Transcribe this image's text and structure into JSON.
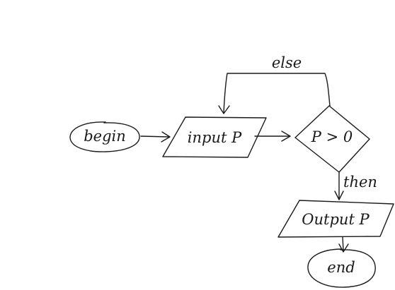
{
  "nodes": {
    "begin": {
      "label": "begin"
    },
    "input": {
      "label": "input P"
    },
    "decision": {
      "label": "P > 0"
    },
    "output": {
      "label": "Output P"
    },
    "end": {
      "label": "end"
    }
  },
  "edges": {
    "else_label": "else",
    "then_label": "then"
  },
  "colors": {
    "ink": "#1a1a1a",
    "background": "#ffffff"
  }
}
